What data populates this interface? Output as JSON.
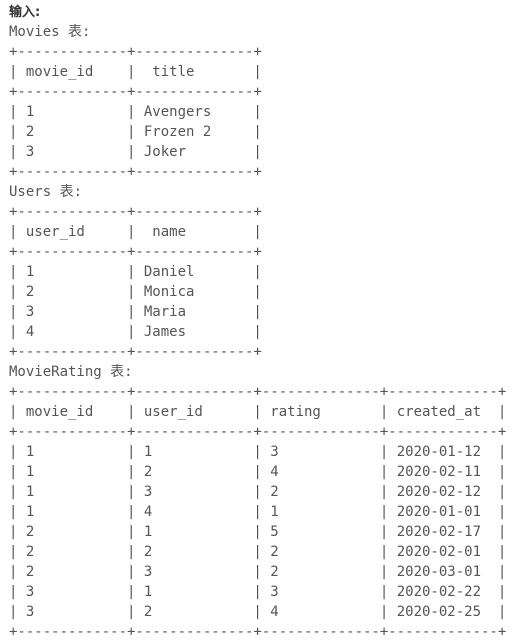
{
  "heading": "输入:",
  "lines": [
    "Movies 表:",
    "+-------------+--------------+",
    "| movie_id    |  title       |",
    "+-------------+--------------+",
    "| 1           | Avengers     |",
    "| 2           | Frozen 2     |",
    "| 3           | Joker        |",
    "+-------------+--------------+",
    "Users 表:",
    "+-------------+--------------+",
    "| user_id     |  name        |",
    "+-------------+--------------+",
    "| 1           | Daniel       |",
    "| 2           | Monica       |",
    "| 3           | Maria        |",
    "| 4           | James        |",
    "+-------------+--------------+",
    "MovieRating 表:",
    "+-------------+--------------+--------------+-------------+",
    "| movie_id    | user_id      | rating       | created_at  |",
    "+-------------+--------------+--------------+-------------+",
    "| 1           | 1            | 3            | 2020-01-12  |",
    "| 1           | 2            | 4            | 2020-02-11  |",
    "| 1           | 3            | 2            | 2020-02-12  |",
    "| 1           | 4            | 1            | 2020-01-01  |",
    "| 2           | 1            | 5            | 2020-02-17  |",
    "| 2           | 2            | 2            | 2020-02-01  |",
    "| 2           | 3            | 2            | 2020-03-01  |",
    "| 3           | 1            | 3            | 2020-02-22  |",
    "| 3           | 2            | 4            | 2020-02-25  |",
    "+-------------+--------------+--------------+-------------+"
  ]
}
